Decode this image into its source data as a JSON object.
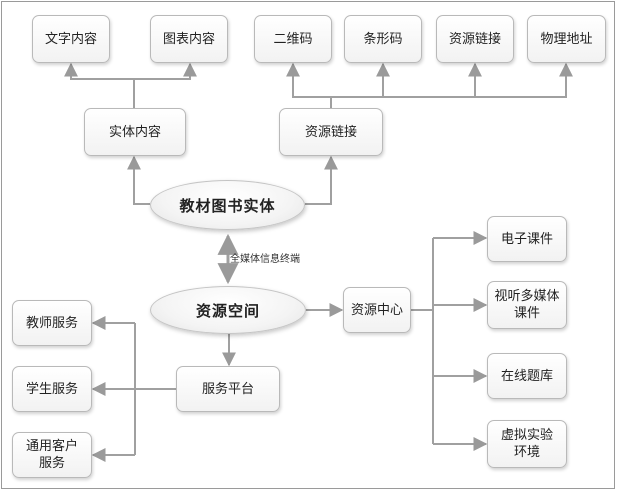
{
  "nodes": {
    "text_content": "文字内容",
    "chart_content": "图表内容",
    "qr_code": "二维码",
    "barcode": "条形码",
    "resource_link_top": "资源链接",
    "physical_address": "物理地址",
    "entity_content": "实体内容",
    "resource_link": "资源链接",
    "textbook_entity": "教材图书实体",
    "resource_space": "资源空间",
    "resource_center": "资源中心",
    "service_platform": "服务平台",
    "teacher_service": "教师服务",
    "student_service": "学生服务",
    "general_client_service": "通用客户\n服务",
    "ebook_courseware": "电子课件",
    "av_multimedia_courseware": "视听多媒体\n课件",
    "online_question_bank": "在线题库",
    "virtual_lab": "虚拟实验\n环境"
  },
  "edge_labels": {
    "omni_media_terminal": "全媒体信息终端"
  },
  "colors": {
    "line": "#a0a0a0",
    "border": "#b9b9b9"
  }
}
